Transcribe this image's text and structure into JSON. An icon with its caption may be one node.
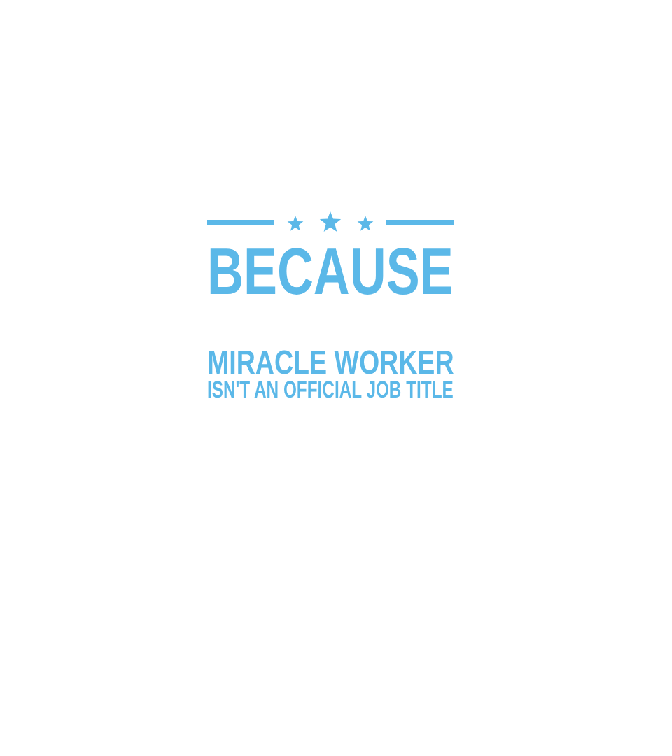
{
  "diagram": {
    "labels": [
      "BECAUSE",
      "MIRACLE WORKER",
      "ISN'T AN OFFICIAL JOB TITLE"
    ]
  }
}
